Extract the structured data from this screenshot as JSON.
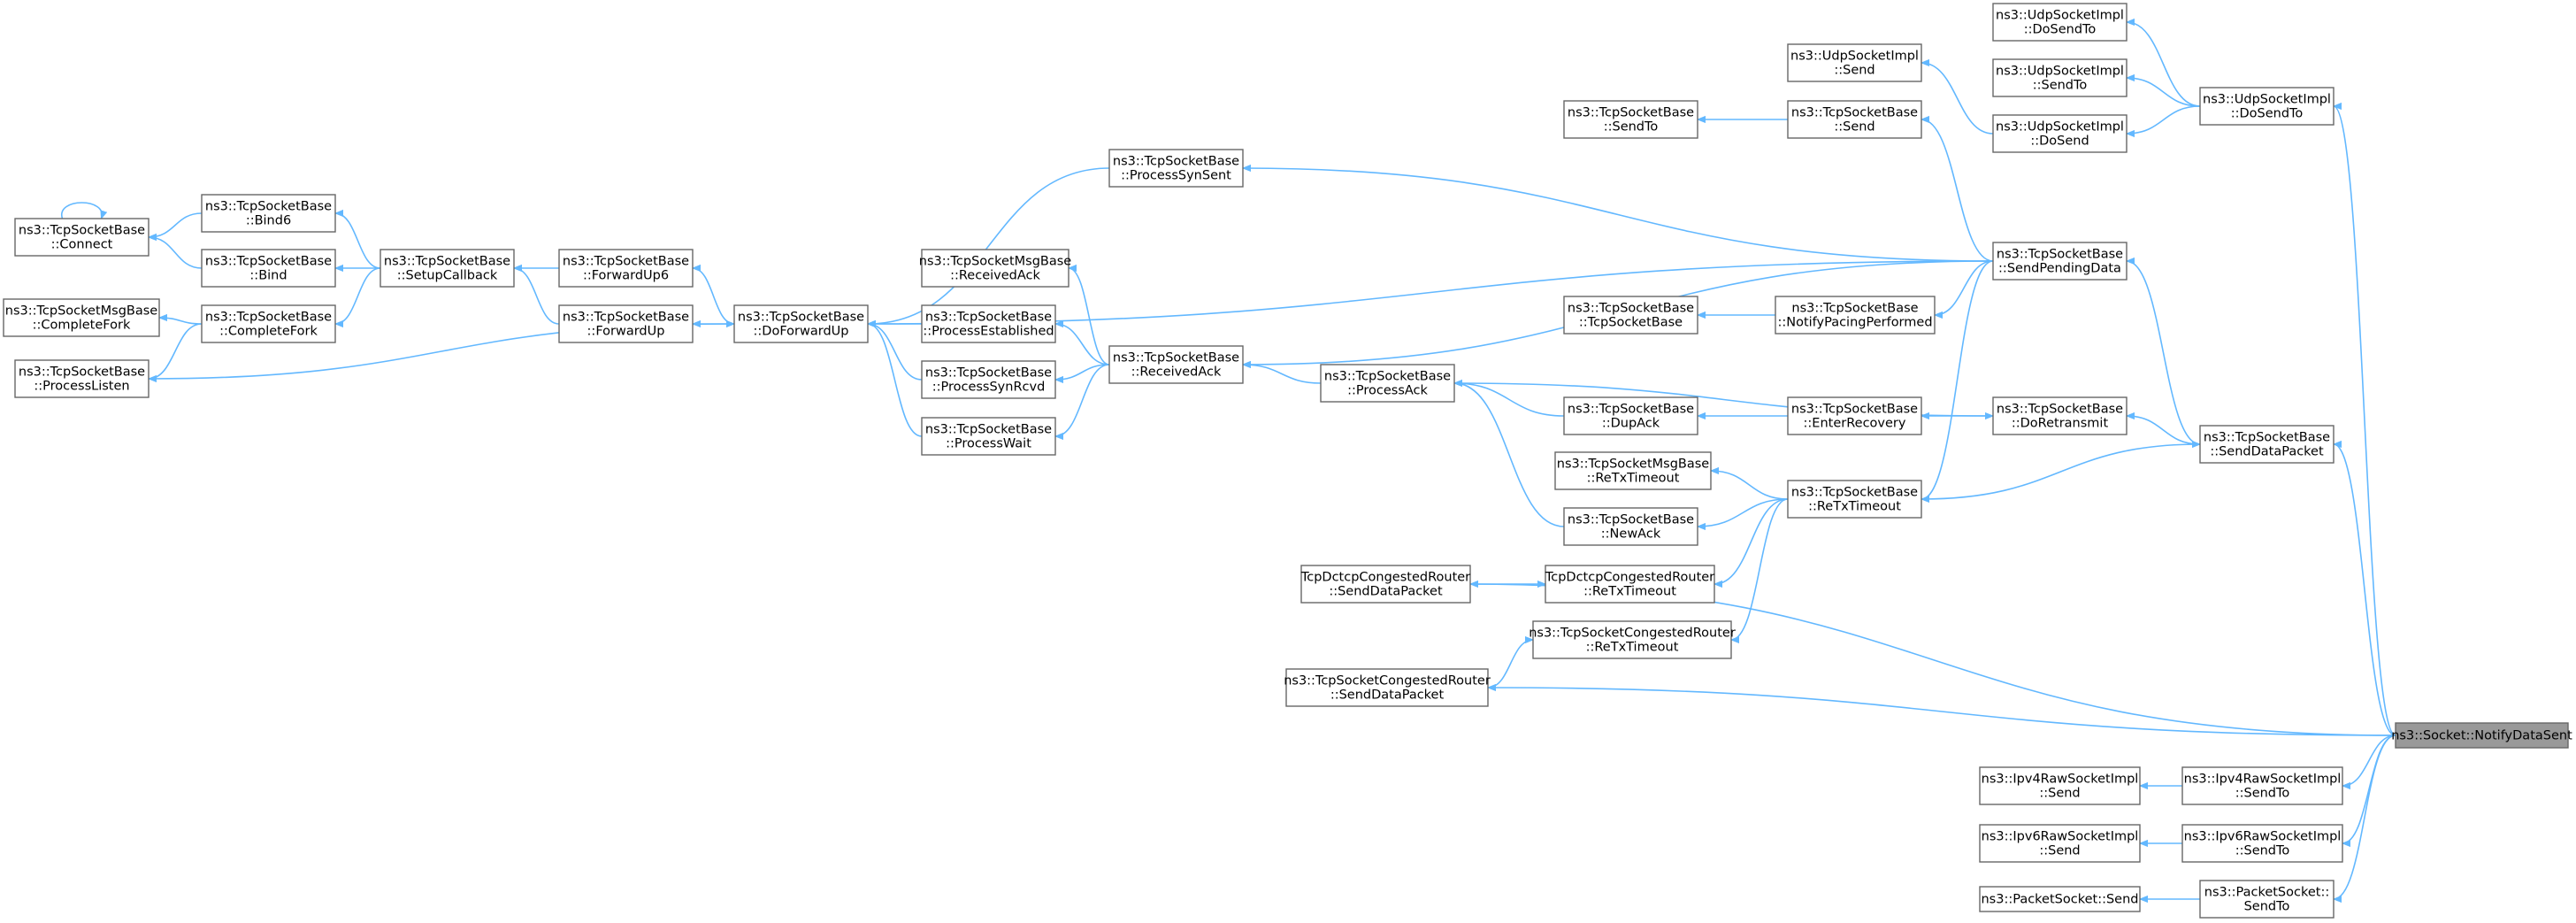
{
  "graph": {
    "colors": {
      "edge": "#63b8ff",
      "node_border": "#666666",
      "node_fill": "#ffffff",
      "highlight_fill": "#999999"
    },
    "nodes": [
      {
        "id": "target",
        "lines": [
          "ns3::Socket::NotifyDataSent"
        ],
        "highlight": true
      },
      {
        "id": "udp_dst_top",
        "lines": [
          "ns3::UdpSocketImpl",
          "::DoSendTo"
        ]
      },
      {
        "id": "udp_sendto",
        "lines": [
          "ns3::UdpSocketImpl",
          "::SendTo"
        ]
      },
      {
        "id": "udp_send",
        "lines": [
          "ns3::UdpSocketImpl",
          "::Send"
        ]
      },
      {
        "id": "udp_dosend",
        "lines": [
          "ns3::UdpSocketImpl",
          "::DoSend"
        ]
      },
      {
        "id": "udp_dst_main",
        "lines": [
          "ns3::UdpSocketImpl",
          "::DoSendTo"
        ]
      },
      {
        "id": "tcp_sendto",
        "lines": [
          "ns3::TcpSocketBase",
          "::SendTo"
        ]
      },
      {
        "id": "tcp_send",
        "lines": [
          "ns3::TcpSocketBase",
          "::Send"
        ]
      },
      {
        "id": "tcp_spd",
        "lines": [
          "ns3::TcpSocketBase",
          "::SendPendingData"
        ]
      },
      {
        "id": "tcp_ctor",
        "lines": [
          "ns3::TcpSocketBase",
          "::TcpSocketBase"
        ]
      },
      {
        "id": "tcp_npp",
        "lines": [
          "ns3::TcpSocketBase",
          "::NotifyPacingPerformed"
        ]
      },
      {
        "id": "tcp_pss",
        "lines": [
          "ns3::TcpSocketBase",
          "::ProcessSynSent"
        ]
      },
      {
        "id": "tcpmsg_ra",
        "lines": [
          "ns3::TcpSocketMsgBase",
          "::ReceivedAck"
        ]
      },
      {
        "id": "tcp_pe",
        "lines": [
          "ns3::TcpSocketBase",
          "::ProcessEstablished"
        ]
      },
      {
        "id": "tcp_ra",
        "lines": [
          "ns3::TcpSocketBase",
          "::ReceivedAck"
        ]
      },
      {
        "id": "tcp_psr",
        "lines": [
          "ns3::TcpSocketBase",
          "::ProcessSynRcvd"
        ]
      },
      {
        "id": "tcp_pw",
        "lines": [
          "ns3::TcpSocketBase",
          "::ProcessWait"
        ]
      },
      {
        "id": "tcp_dfu",
        "lines": [
          "ns3::TcpSocketBase",
          "::DoForwardUp"
        ]
      },
      {
        "id": "tcp_fu6",
        "lines": [
          "ns3::TcpSocketBase",
          "::ForwardUp6"
        ]
      },
      {
        "id": "tcp_fu",
        "lines": [
          "ns3::TcpSocketBase",
          "::ForwardUp"
        ]
      },
      {
        "id": "tcp_sc",
        "lines": [
          "ns3::TcpSocketBase",
          "::SetupCallback"
        ]
      },
      {
        "id": "tcp_bind6",
        "lines": [
          "ns3::TcpSocketBase",
          "::Bind6"
        ]
      },
      {
        "id": "tcp_bind",
        "lines": [
          "ns3::TcpSocketBase",
          "::Bind"
        ]
      },
      {
        "id": "tcp_connect",
        "lines": [
          "ns3::TcpSocketBase",
          "::Connect"
        ]
      },
      {
        "id": "tcp_cf",
        "lines": [
          "ns3::TcpSocketBase",
          "::CompleteFork"
        ]
      },
      {
        "id": "tcpmsg_cf",
        "lines": [
          "ns3::TcpSocketMsgBase",
          "::CompleteFork"
        ]
      },
      {
        "id": "tcp_pl",
        "lines": [
          "ns3::TcpSocketBase",
          "::ProcessListen"
        ]
      },
      {
        "id": "tcp_pa",
        "lines": [
          "ns3::TcpSocketBase",
          "::ProcessAck"
        ]
      },
      {
        "id": "tcp_dupack",
        "lines": [
          "ns3::TcpSocketBase",
          "::DupAck"
        ]
      },
      {
        "id": "tcp_er",
        "lines": [
          "ns3::TcpSocketBase",
          "::EnterRecovery"
        ]
      },
      {
        "id": "tcp_dr",
        "lines": [
          "ns3::TcpSocketBase",
          "::DoRetransmit"
        ]
      },
      {
        "id": "tcp_sdp",
        "lines": [
          "ns3::TcpSocketBase",
          "::SendDataPacket"
        ]
      },
      {
        "id": "tcpmsg_rto",
        "lines": [
          "ns3::TcpSocketMsgBase",
          "::ReTxTimeout"
        ]
      },
      {
        "id": "tcp_rto",
        "lines": [
          "ns3::TcpSocketBase",
          "::ReTxTimeout"
        ]
      },
      {
        "id": "tcp_newack",
        "lines": [
          "ns3::TcpSocketBase",
          "::NewAck"
        ]
      },
      {
        "id": "dctcp_sdp",
        "lines": [
          "TcpDctcpCongestedRouter",
          "::SendDataPacket"
        ]
      },
      {
        "id": "dctcp_rto",
        "lines": [
          "TcpDctcpCongestedRouter",
          "::ReTxTimeout"
        ]
      },
      {
        "id": "tcr_rto",
        "lines": [
          "ns3::TcpSocketCongestedRouter",
          "::ReTxTimeout"
        ]
      },
      {
        "id": "tcr_sdp",
        "lines": [
          "ns3::TcpSocketCongestedRouter",
          "::SendDataPacket"
        ]
      },
      {
        "id": "ipv4_send",
        "lines": [
          "ns3::Ipv4RawSocketImpl",
          "::Send"
        ]
      },
      {
        "id": "ipv4_sendto",
        "lines": [
          "ns3::Ipv4RawSocketImpl",
          "::SendTo"
        ]
      },
      {
        "id": "ipv6_send",
        "lines": [
          "ns3::Ipv6RawSocketImpl",
          "::Send"
        ]
      },
      {
        "id": "ipv6_sendto",
        "lines": [
          "ns3::Ipv6RawSocketImpl",
          "::SendTo"
        ]
      },
      {
        "id": "ps_send",
        "lines": [
          "ns3::PacketSocket::Send"
        ]
      },
      {
        "id": "ps_sendto",
        "lines": [
          "ns3::PacketSocket::",
          "SendTo"
        ]
      }
    ],
    "edges": [
      [
        "udp_dst_top",
        "udp_dst_main"
      ],
      [
        "udp_sendto",
        "udp_dst_main"
      ],
      [
        "udp_dosend",
        "udp_dst_main"
      ],
      [
        "udp_send",
        "udp_dosend"
      ],
      [
        "udp_dst_main",
        "target"
      ],
      [
        "tcp_sendto",
        "tcp_send"
      ],
      [
        "tcp_send",
        "tcp_spd"
      ],
      [
        "tcp_ctor",
        "tcp_npp"
      ],
      [
        "tcp_npp",
        "tcp_spd"
      ],
      [
        "tcp_pss",
        "tcp_spd"
      ],
      [
        "tcp_dfu",
        "tcp_spd"
      ],
      [
        "tcp_ra",
        "tcp_spd"
      ],
      [
        "tcp_rto",
        "tcp_spd"
      ],
      [
        "tcp_spd",
        "tcp_sdp"
      ],
      [
        "tcp_sdp",
        "target"
      ],
      [
        "tcp_dr",
        "tcp_sdp"
      ],
      [
        "tcp_sdp",
        "tcp_rto"
      ],
      [
        "tcp_dfu",
        "tcp_pss"
      ],
      [
        "tcpmsg_ra",
        "tcp_ra"
      ],
      [
        "tcp_pe",
        "tcp_ra"
      ],
      [
        "tcp_psr",
        "tcp_ra"
      ],
      [
        "tcp_pw",
        "tcp_ra"
      ],
      [
        "tcp_dfu",
        "tcp_pe"
      ],
      [
        "tcp_dfu",
        "tcp_psr"
      ],
      [
        "tcp_dfu",
        "tcp_pw"
      ],
      [
        "tcp_dfu",
        "tcp_pl"
      ],
      [
        "tcp_fu6",
        "tcp_dfu"
      ],
      [
        "tcp_fu",
        "tcp_dfu"
      ],
      [
        "tcp_sc",
        "tcp_fu6"
      ],
      [
        "tcp_sc",
        "tcp_fu"
      ],
      [
        "tcp_bind6",
        "tcp_sc"
      ],
      [
        "tcp_bind",
        "tcp_sc"
      ],
      [
        "tcp_cf",
        "tcp_sc"
      ],
      [
        "tcp_connect",
        "tcp_bind6"
      ],
      [
        "tcp_connect",
        "tcp_bind"
      ],
      [
        "tcp_connect",
        "tcp_connect"
      ],
      [
        "tcpmsg_cf",
        "tcp_cf"
      ],
      [
        "tcp_pl",
        "tcp_cf"
      ],
      [
        "tcp_ra",
        "tcp_pa"
      ],
      [
        "tcp_pa",
        "tcp_dupack"
      ],
      [
        "tcp_dupack",
        "tcp_er"
      ],
      [
        "tcp_er",
        "tcp_dr"
      ],
      [
        "tcp_dr",
        "tcp_pa"
      ],
      [
        "tcp_pa",
        "tcp_newack"
      ],
      [
        "tcp_newack",
        "tcp_rto"
      ],
      [
        "tcpmsg_rto",
        "tcp_rto"
      ],
      [
        "dctcp_rto",
        "tcp_rto"
      ],
      [
        "tcr_rto",
        "tcp_rto"
      ],
      [
        "dctcp_rto",
        "dctcp_sdp"
      ],
      [
        "dctcp_sdp",
        "target"
      ],
      [
        "tcr_rto",
        "tcr_sdp"
      ],
      [
        "tcr_sdp",
        "target"
      ],
      [
        "ipv4_send",
        "ipv4_sendto"
      ],
      [
        "ipv4_sendto",
        "target"
      ],
      [
        "ipv6_send",
        "ipv6_sendto"
      ],
      [
        "ipv6_sendto",
        "target"
      ],
      [
        "ps_send",
        "ps_sendto"
      ],
      [
        "ps_sendto",
        "target"
      ]
    ]
  }
}
